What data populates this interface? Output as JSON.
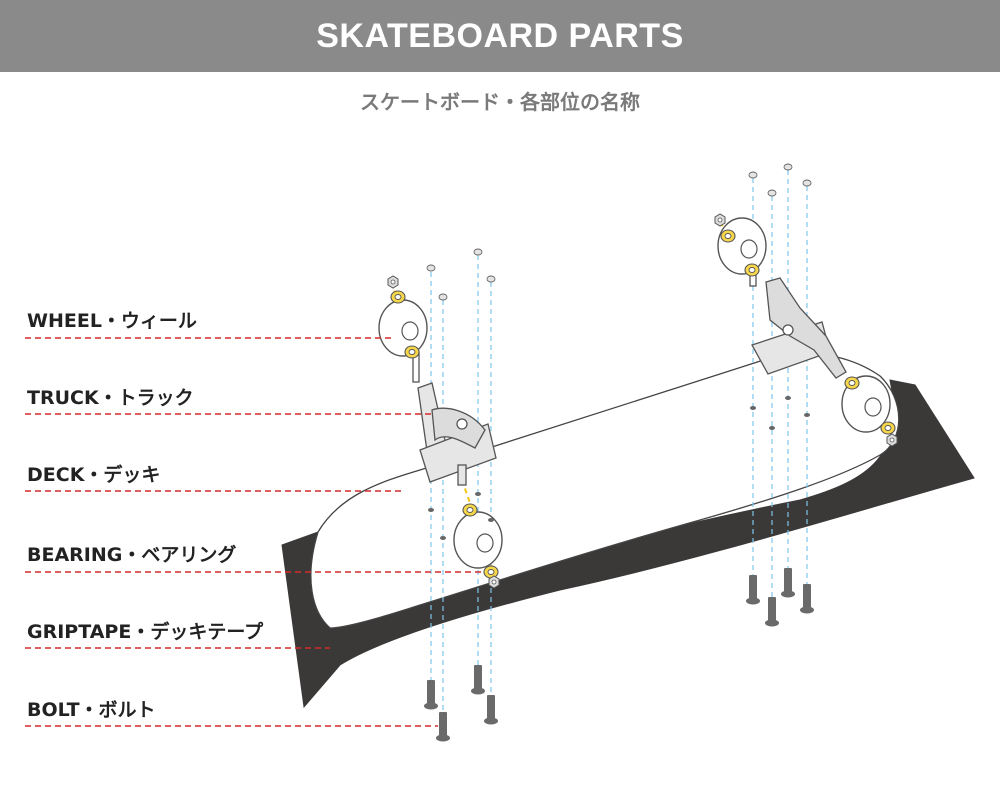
{
  "header": {
    "title": "SKATEBOARD PARTS",
    "subtitle": "スケートボード・各部位の名称"
  },
  "parts": [
    {
      "label": "WHEEL・ウィール"
    },
    {
      "label": "TRUCK・トラック"
    },
    {
      "label": "DECK・デッキ"
    },
    {
      "label": "BEARING・ベアリング"
    },
    {
      "label": "GRIPTAPE・デッキテープ"
    },
    {
      "label": "BOLT・ボルト"
    }
  ],
  "colors": {
    "header_bg": "#8a8a8a",
    "leader_line": "#d42a2a",
    "griptape": "#3b3838",
    "guide_line": "#7fc6ec",
    "axle_line": "#f2c418",
    "bolt": "#666666"
  }
}
